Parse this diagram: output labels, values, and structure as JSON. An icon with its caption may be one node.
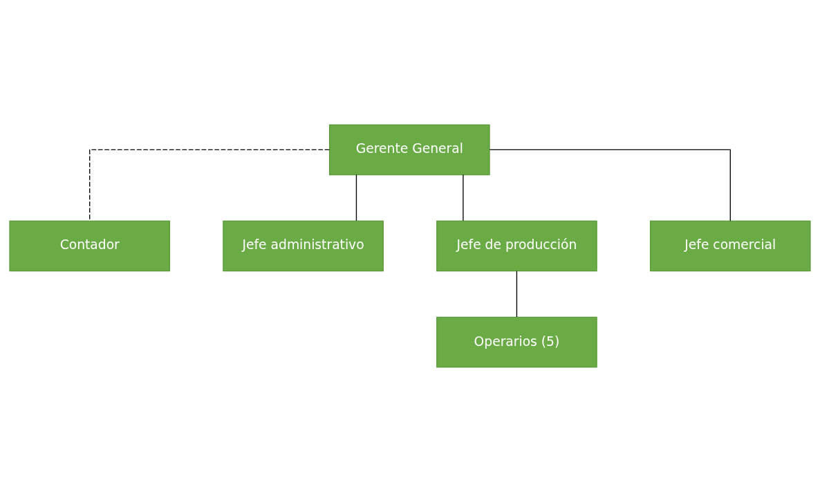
{
  "diagram": {
    "nodes": [
      {
        "text": [
          "Gerente General"
        ]
      },
      {
        "text": [
          "Contador"
        ]
      },
      {
        "text": [
          "Jefe administrativo"
        ]
      },
      {
        "text": [
          "Jefe de producción"
        ]
      },
      {
        "text": [
          "Jefe comercial"
        ]
      },
      {
        "text": [
          "Operarios (5)"
        ]
      }
    ],
    "edges": [
      {
        "from": 0,
        "to": 1,
        "arrow": "none",
        "style": "dashed"
      },
      {
        "from": 0,
        "to": 2,
        "arrow": "none"
      },
      {
        "from": 0,
        "to": 3,
        "arrow": "none"
      },
      {
        "from": 0,
        "to": 4,
        "arrow": "none"
      },
      {
        "from": 3,
        "to": 5,
        "arrow": "none"
      }
    ]
  }
}
